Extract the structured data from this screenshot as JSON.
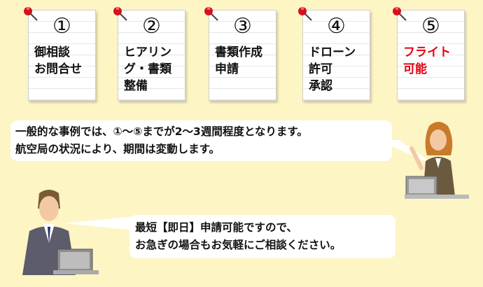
{
  "steps": [
    {
      "num": "①",
      "label": "御相談\nお問合せ"
    },
    {
      "num": "②",
      "label": "ヒアリン\nグ・書類\n整備"
    },
    {
      "num": "③",
      "label": "書類作成\n申請"
    },
    {
      "num": "④",
      "label": "ドローン\n許可\n承認"
    },
    {
      "num": "⑤",
      "label": "フライト\n可能",
      "color": "#e60012"
    }
  ],
  "bubble_top": {
    "line1": "一般的な事例では、①〜⑤までが2〜3週間程度となります。",
    "line2": "航空局の状況により、期間は変動します。"
  },
  "bubble_bottom": {
    "line1": "最短【即日】申請可能ですので、",
    "line2": "お急ぎの場合もお気軽にご相談ください。"
  },
  "icons": [
    "pushpin-icon",
    "businesswoman-illustration",
    "businessman-illustration"
  ]
}
